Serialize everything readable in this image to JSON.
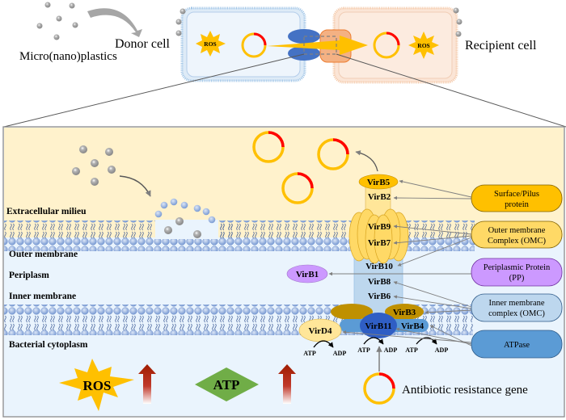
{
  "top": {
    "plastics_label": "Micro(nano)plastics",
    "donor_label": "Donor cell",
    "recipient_label": "Recipient cell",
    "ros_small": "ROS"
  },
  "regions": {
    "extracellular": "Extracellular milieu",
    "outer_membrane": "Outer membrane",
    "periplasm": "Periplasm",
    "inner_membrane": "Inner membrane",
    "cytoplasm": "Bacterial cytoplasm"
  },
  "proteins": {
    "virb5": "VirB5",
    "virb2": "VirB2",
    "virb9": "VirB9",
    "virb7": "VirB7",
    "virb10": "VirB10",
    "virb1": "VirB1",
    "virb8": "VirB8",
    "virb6": "VirB6",
    "virb3": "VirB3",
    "virb11": "VirB11",
    "virb4": "VirB4",
    "virD4": "VirD4"
  },
  "legend": [
    {
      "label": "Surface/Pilus protein",
      "line1": "Surface/Pilus",
      "line2": "protein",
      "color": "#ffc000"
    },
    {
      "label": "Outer membrane Complex (OMC)",
      "line1": "Outer membrane",
      "line2": "Complex (OMC)",
      "color": "#ffd966"
    },
    {
      "label": "Periplasmic Protein (PP)",
      "line1": "Periplasmic Protein",
      "line2": "(PP)",
      "color": "#cc99ff"
    },
    {
      "label": "Inner membrane complex (OMC)",
      "line1": "Inner membrane",
      "line2": "complex (OMC)",
      "color": "#bdd7ee"
    },
    {
      "label": "ATPase",
      "line1": "ATPase",
      "line2": "",
      "color": "#5b9bd5"
    }
  ],
  "energy": {
    "atp": "ATP",
    "adp": "ADP"
  },
  "bottom": {
    "ros": "ROS",
    "atp": "ATP",
    "arg_label": "Antibiotic resistance gene"
  },
  "colors": {
    "extracellular_bg": "#fff2cc",
    "cell_bg": "#eaf4fd",
    "lipid_head": "#8faadc",
    "plasmid": "#ffc000",
    "plasmid_gene": "#ff0000",
    "ros_star": "#ffc000",
    "atp_diamond": "#70ad47",
    "up_arrow": "#c00000"
  }
}
